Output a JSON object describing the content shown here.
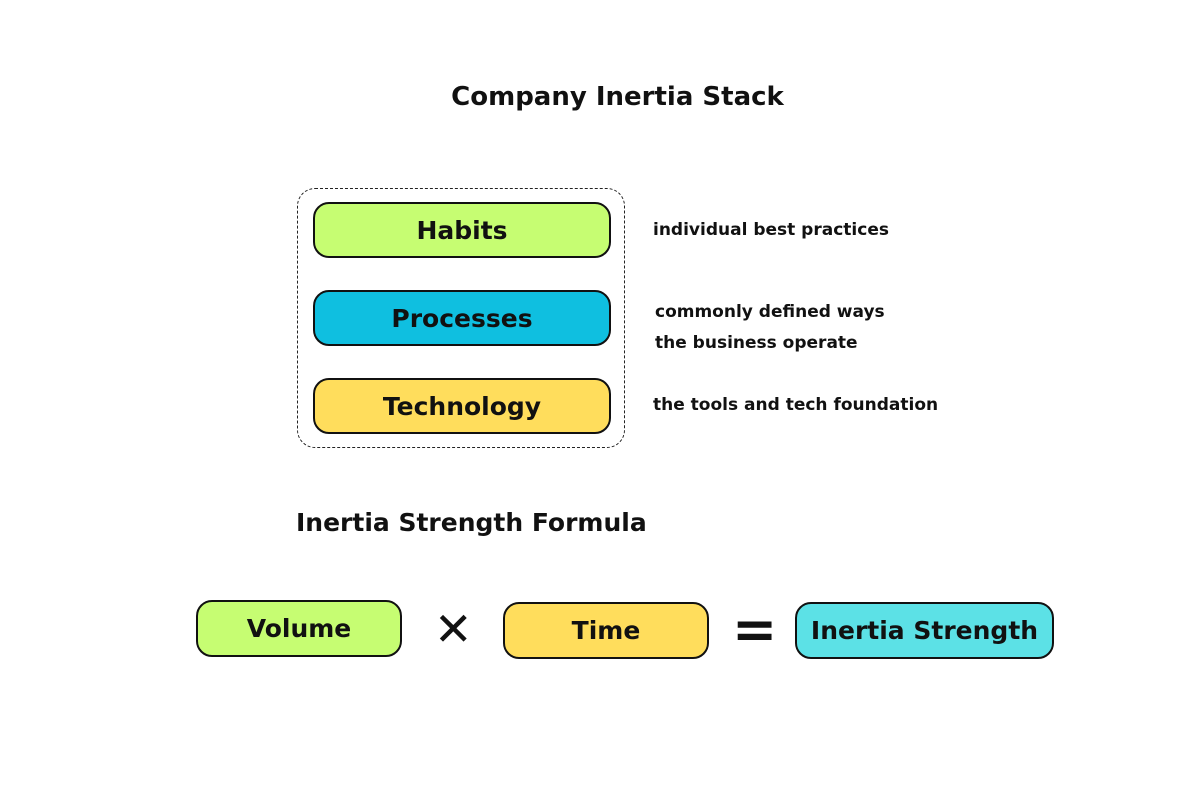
{
  "title": "Company Inertia Stack",
  "stack": [
    {
      "label": "Habits",
      "description": [
        "individual best practices"
      ],
      "color": "#c6fd72"
    },
    {
      "label": "Processes",
      "description": [
        "commonly defined ways",
        "the business operate"
      ],
      "color": "#0fbfe0"
    },
    {
      "label": "Technology",
      "description": [
        "the tools and tech foundation"
      ],
      "color": "#ffdd5c"
    }
  ],
  "formula": {
    "title": "Inertia Strength Formula",
    "terms": [
      {
        "label": "Volume",
        "color": "#c6fd72"
      },
      {
        "label": "Time",
        "color": "#ffdd5c"
      },
      {
        "label": "Inertia Strength",
        "color": "#5ce1e6"
      }
    ],
    "multiply_symbol": "✕",
    "equals_symbol": "="
  }
}
